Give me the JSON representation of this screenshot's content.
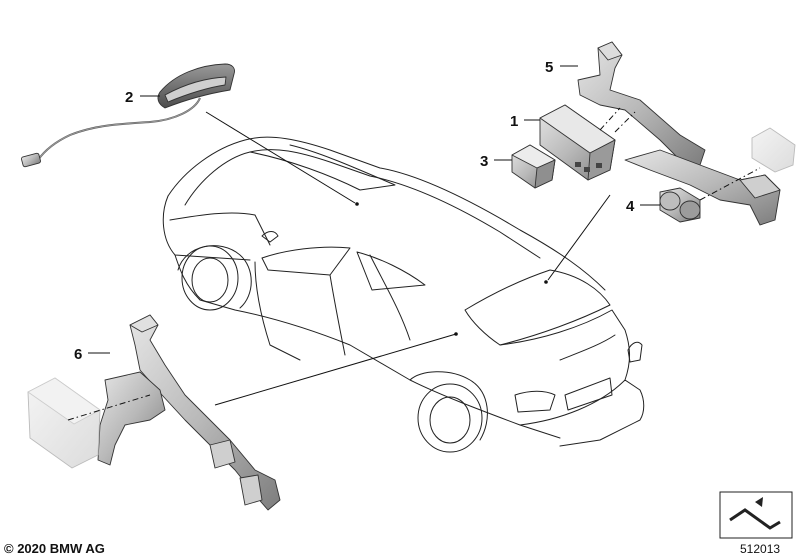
{
  "diagram": {
    "callouts": [
      {
        "id": "1",
        "label": "1"
      },
      {
        "id": "2",
        "label": "2"
      },
      {
        "id": "3",
        "label": "3"
      },
      {
        "id": "4",
        "label": "4"
      },
      {
        "id": "5",
        "label": "5"
      },
      {
        "id": "6",
        "label": "6"
      }
    ],
    "copyright": "© 2020 BMW AG",
    "document_number": "512013",
    "icon": "diagram-type-icon",
    "colors": {
      "line": "#222222",
      "part_fill": "#cfcfcf",
      "part_dark": "#8a8a8a",
      "part_light": "#ececec"
    }
  }
}
